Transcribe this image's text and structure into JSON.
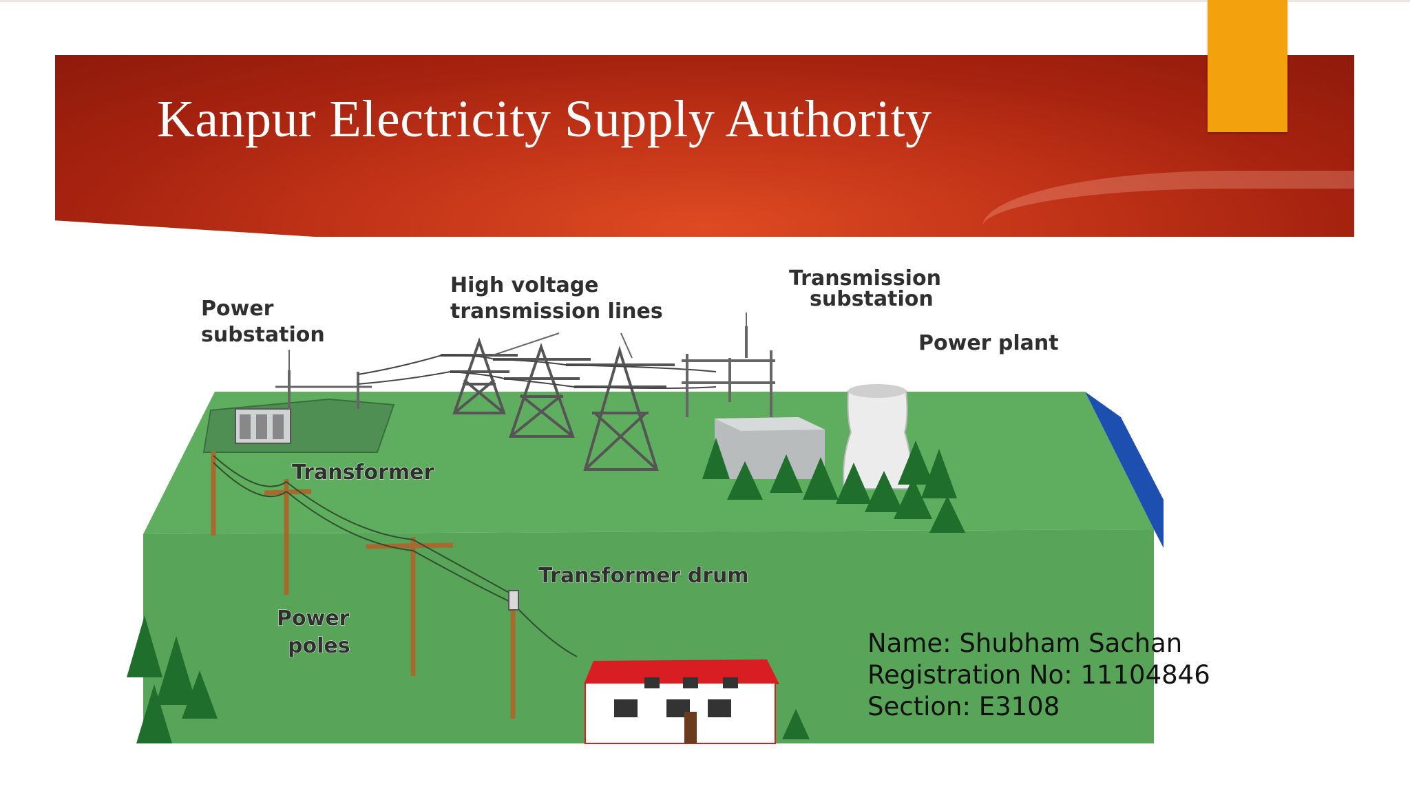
{
  "slide": {
    "title": "Kanpur Electricity Supply Authority"
  },
  "diagram": {
    "labels": {
      "power_substation_1": "Power",
      "power_substation_2": "substation",
      "high_voltage_1": "High voltage",
      "high_voltage_2": "transmission lines",
      "transmission_substation_1": "Transmission",
      "transmission_substation_2": "substation",
      "power_plant": "Power plant",
      "transformer": "Transformer",
      "transformer_drum": "Transformer drum",
      "power_poles_1": "Power",
      "power_poles_2": "poles"
    }
  },
  "student": {
    "name": "Name: Shubham Sachan",
    "registration": "Registration No: 11104846",
    "section": "Section: E3108"
  },
  "colors": {
    "banner_red": "#b52a14",
    "accent_orange": "#f4a10e",
    "ground_green": "#5aa85c",
    "roof_red": "#d81e22",
    "water_blue": "#1d4fb0"
  }
}
